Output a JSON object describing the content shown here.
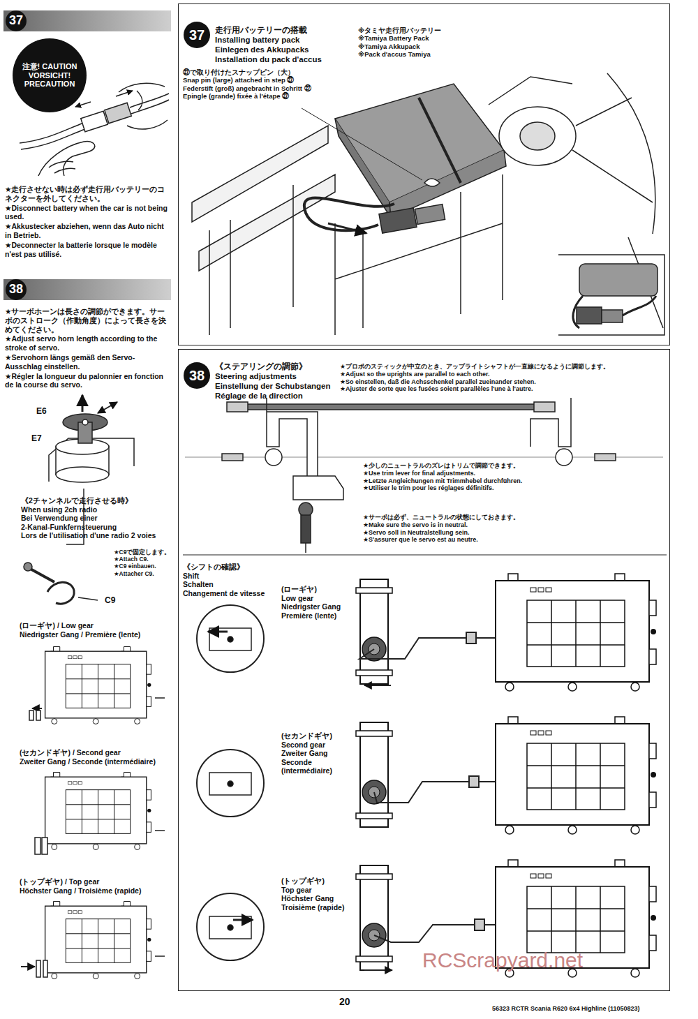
{
  "diagram": {
    "nodes": [
      {
        "text": [
          "★走行させない時は必ず走行用バッテリーのコネクターを外してください。",
          "★Disconnect battery when the car is not being used.",
          "★Akkustecker abziehen, wenn das Auto nicht in Betrieb.",
          "★Deconnecter la batterie lorsque le modèle n'est pas utilisé."
        ]
      },
      {
        "text": [
          "37"
        ],
        "in": 0
      },
      {
        "text": [
          "注意! CAUTION VORSICHT! PRECAUTION"
        ],
        "in": 0
      },
      {
        "text": [
          "★サーボホーンは長さの調節ができます。サーボのストローク（作動角度）によって長さを決めてください。",
          "★Adjust servo horn length according to the stroke of servo.",
          "★Servohorn längs gemäß den Servo-Ausschlag einstellen.",
          "★Régler la longueur du palonnier en fonction de la course du servo."
        ]
      },
      {
        "text": [
          "38"
        ],
        "in": 3
      },
      {
        "text": [
          "走行用バッテリーの搭載",
          "Installing battery pack",
          "Einlegen des Akkupacks",
          "Installation du pack d'accus"
        ]
      },
      {
        "text": [
          "37"
        ],
        "in": 5
      },
      {
        "text": [
          "《ステアリングの調節》",
          "Steering adjustments",
          "Einstellung der Schubstangen",
          "Réglage de la direction"
        ]
      },
      {
        "text": [
          "38"
        ],
        "in": 7
      }
    ],
    "labels": [
      "※タミヤ走行用バッテリー",
      "※Tamiya Battery Pack",
      "※Tamiya Akkupack",
      "※Pack d'accus Tamiya",
      "㉗で取り付けたスナップピン（大）",
      "Snap pin (large) attached in step ㉗",
      "Federstift (groß) angebracht in Schritt ㉗",
      "Epingle (grande) fixée à l'étape ㉗",
      "★プロポのスティックが中立のとき、アップライトシャフトが一直線になるように調節します。",
      "★Adjust so the uprights are parallel to each other.",
      "★So einstellen, daß die Achsschenkel parallel zueinander stehen.",
      "★Ajuster de sorte que les fusées soient parallèles l'une à l'autre.",
      "★少しのニュートラルのズレはトリムで調節できます。",
      "★Use trim lever for final adjustments.",
      "★Letzte Angleichungen mit Trimmhebel durchführen.",
      "★Utiliser le trim pour les réglages définitifs.",
      "★サーボは必ず、ニュートラルの状態にしておきます。",
      "★Make sure the servo is in neutral.",
      "★Servo soll in Neutralstellung sein.",
      "★S'assurer que le servo est au neutre.",
      "《シフトの確認》",
      "Shift",
      "Schalten",
      "Changement de vitesse",
      "(ローギヤ)",
      "Low gear",
      "Niedrigster Gang",
      "Première (lente)",
      "(セカンドギヤ)",
      "Second gear",
      "Zweiter Gang",
      "Seconde",
      "(intermédiaire)",
      "(トップギヤ)",
      "Top gear",
      "Höchster Gang",
      "Troisième (rapide)",
      "E6",
      "E7",
      "《2チャンネルで走行させる時》",
      "When using 2ch radio",
      "Bei Verwendung einer",
      "2-Kanal-Funkfernsteuerung",
      "Lors de l'utilisation d'une radio 2 voies",
      "★C9で固定します。",
      "★Attach C9.",
      "★C9 einbauen.",
      "★Attacher C9.",
      "C9",
      "(ローギヤ) / Low gear",
      "Niedrigster Gang / Première (lente)",
      "(セカンドギヤ) / Second gear",
      "Zweiter Gang / Seconde (intermédiaire)",
      "(トップギヤ) / Top gear",
      "Höchster Gang / Troisième (rapide)",
      "20",
      "56323 RCTR Scania R620 6x4 Highline (11050823)",
      "RCScrapyard.net"
    ]
  }
}
